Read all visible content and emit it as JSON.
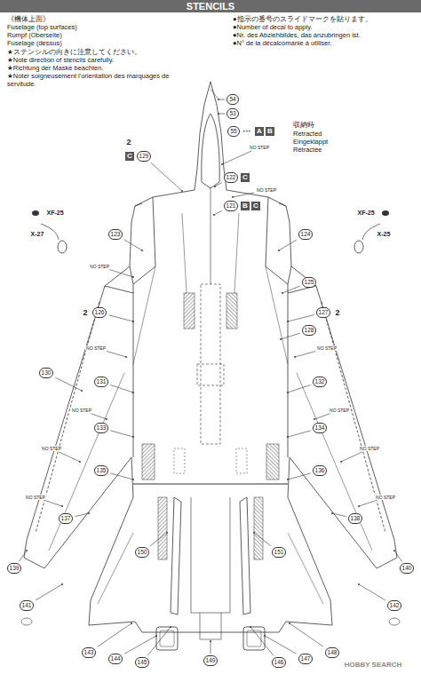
{
  "diagram": {
    "nodes": [
      {
        "text": [
          "STENCILS"
        ]
      },
      {
        "text": [
          "C"
        ]
      },
      {
        "text": [
          "C"
        ]
      },
      {
        "text": [
          "B"
        ]
      },
      {
        "text": [
          "C"
        ]
      },
      {
        "text": [
          "A"
        ]
      },
      {
        "text": [
          "B"
        ]
      }
    ],
    "labels": [
      "《機体上面》",
      "Fuselage (top surfaces)",
      "Rumpf (Oberseite)",
      "Fuselage (dessus)",
      "★ステンシルの向きに注意してください。",
      "★Note direction of stencils carefully.",
      "★Richtung der Maske beachten.",
      "★Noter soigneusement l'orientation des marquages de servitude.",
      "●指示の番号のスライドマークを貼ります。",
      "●Number of decal to apply.",
      "●Nr. des Abziehbildes, das anzubringen ist.",
      "●N° de la décalcomanie à utiliser.",
      "54",
      "53",
      "55",
      "···",
      "収納時",
      "Retracted",
      "Eingeklappt",
      "Rétractée",
      "2",
      "129",
      "NO STEP",
      "122",
      "NO STEP",
      "121",
      "XF-25",
      "X-27",
      "XF-25",
      "X-25",
      "123",
      "124",
      "NO STEP",
      "125",
      "2",
      "126",
      "2",
      "127",
      "NO STEP",
      "128",
      "NO STEP",
      "130",
      "131",
      "132",
      "NO STEP",
      "NO STEP",
      "133",
      "134",
      "NO STEP",
      "NO STEP",
      "135",
      "136",
      "NO STEP",
      "NO STEP",
      "137",
      "138",
      "139",
      "140",
      "141",
      "142",
      "143",
      "144",
      "145",
      "146",
      "147",
      "148",
      "149",
      "HOBBY SEARCH",
      "150",
      "151"
    ]
  }
}
